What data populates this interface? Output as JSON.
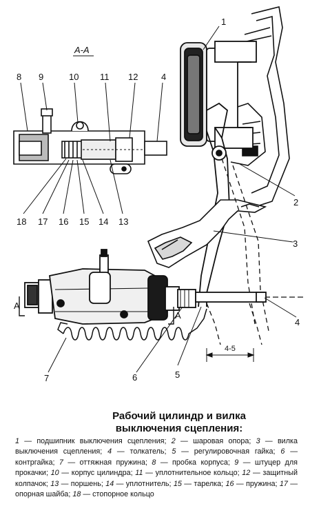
{
  "figure": {
    "section_label": "А-А",
    "callouts": [
      "1",
      "2",
      "3",
      "4",
      "5",
      "6",
      "7",
      "8",
      "9",
      "10",
      "11",
      "12",
      "13",
      "14",
      "15",
      "16",
      "17",
      "18"
    ],
    "section_marks": [
      "А",
      "А"
    ],
    "dimension": "4-5"
  },
  "caption": {
    "title_line1": "Рабочий цилиндр и вилка",
    "title_line2": "выключения сцепления:",
    "legend": [
      {
        "n": "1",
        "t": "подшипник выключения сцепления;"
      },
      {
        "n": "2",
        "t": "шаровая опора;"
      },
      {
        "n": "3",
        "t": "вилка выключения сцепления;"
      },
      {
        "n": "4",
        "t": "толкатель;"
      },
      {
        "n": "5",
        "t": "регулировочная гайка;"
      },
      {
        "n": "6",
        "t": "контргайка;"
      },
      {
        "n": "7",
        "t": "оттяжная пружина;"
      },
      {
        "n": "8",
        "t": "пробка корпуса;"
      },
      {
        "n": "9",
        "t": "штуцер для прокачки;"
      },
      {
        "n": "10",
        "t": "корпус цилиндра;"
      },
      {
        "n": "11",
        "t": "уплотнительное кольцо;"
      },
      {
        "n": "12",
        "t": "защитный колпачок;"
      },
      {
        "n": "13",
        "t": "поршень;"
      },
      {
        "n": "14",
        "t": "уплотнитель;"
      },
      {
        "n": "15",
        "t": "тарелка;"
      },
      {
        "n": "16",
        "t": "пружина;"
      },
      {
        "n": "17",
        "t": "опорная шайба;"
      },
      {
        "n": "18",
        "t": "стопорное кольцо"
      }
    ]
  }
}
